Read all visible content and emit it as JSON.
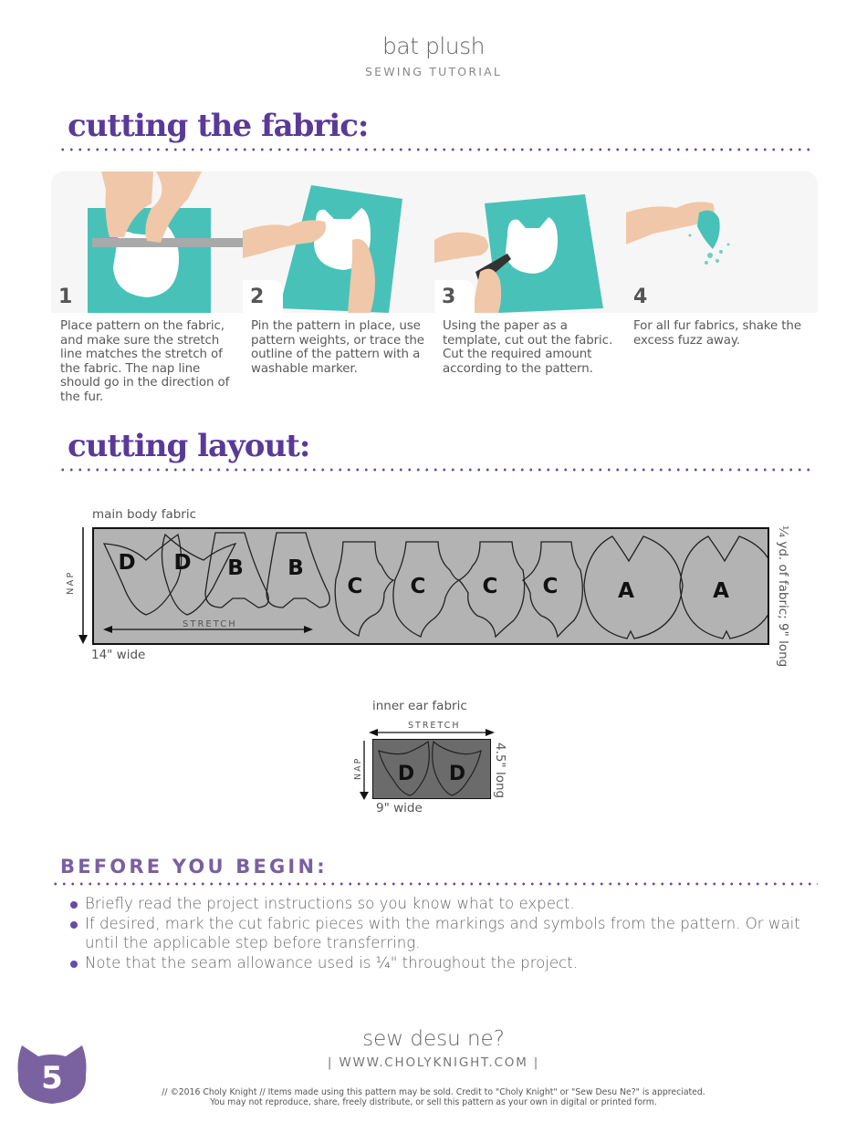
{
  "header": {
    "title": "bat plush",
    "subtitle": "SEWING TUTORIAL"
  },
  "sections": {
    "cutting_fabric": {
      "title": "cutting the fabric:",
      "steps": [
        {
          "number": "1",
          "text": "Place pattern on the fabric, and make sure the stretch line matches the stretch of the fabric. The nap line should go in the direction of the fur.",
          "photo": "hands-ruler-pattern-on-teal-fabric"
        },
        {
          "number": "2",
          "text": "Pin the pattern in place, use pattern weights, or trace the outline of the pattern with a washable marker.",
          "photo": "hands-pinning-pattern"
        },
        {
          "number": "3",
          "text": "Using the paper as a template, cut out the fabric. Cut the required amount according to the pattern.",
          "photo": "scissors-cutting-fabric"
        },
        {
          "number": "4",
          "text": "For all fur fabrics, shake the excess fuzz away.",
          "photo": "shaking-fuzz-from-fabric"
        }
      ]
    },
    "cutting_layout": {
      "title": "cutting layout:",
      "main_body": {
        "label": "main body fabric",
        "nap_label": "NAP",
        "stretch_label": "STRETCH",
        "width_label": "14\" wide",
        "length_label": "¼ yd. of fabric; 9\" long",
        "fill_color": "#b3b3b3",
        "pieces": [
          "D",
          "D",
          "B",
          "B",
          "C",
          "C",
          "C",
          "C",
          "A",
          "A"
        ]
      },
      "inner_ear": {
        "label": "inner ear fabric",
        "nap_label": "NAP",
        "stretch_label": "STRETCH",
        "width_label": "9\" wide",
        "length_label": "4.5\" long",
        "fill_color": "#6b6b6b",
        "pieces": [
          "D",
          "D"
        ]
      }
    },
    "before_you_begin": {
      "title": "BEFORE YOU BEGIN:",
      "items": [
        "Briefly read the project instructions so you know what to expect.",
        "If desired, mark the cut fabric pieces with the markings and symbols from the pattern. Or wait until the applicable step before transferring.",
        "Note that the seam allowance used is ¼\" throughout the project."
      ]
    }
  },
  "footer": {
    "page_number": "5",
    "brand": "sew desu ne?",
    "url": "| WWW.CHOLYKNIGHT.COM |",
    "copyright_line1": "// ©2016 Choly Knight // Items made using this pattern may be sold. Credit to \"Choly Knight\" or \"Sew Desu Ne?\" is appreciated.",
    "copyright_line2": "You may not reproduce, share, freely distribute, or sell this pattern as your own in digital or printed form.",
    "accent_color": "#7a62a0"
  },
  "colors": {
    "heading_purple": "#5a3a98",
    "dots_purple": "#6a4aa8",
    "fabric_teal": "#48c2b8"
  }
}
